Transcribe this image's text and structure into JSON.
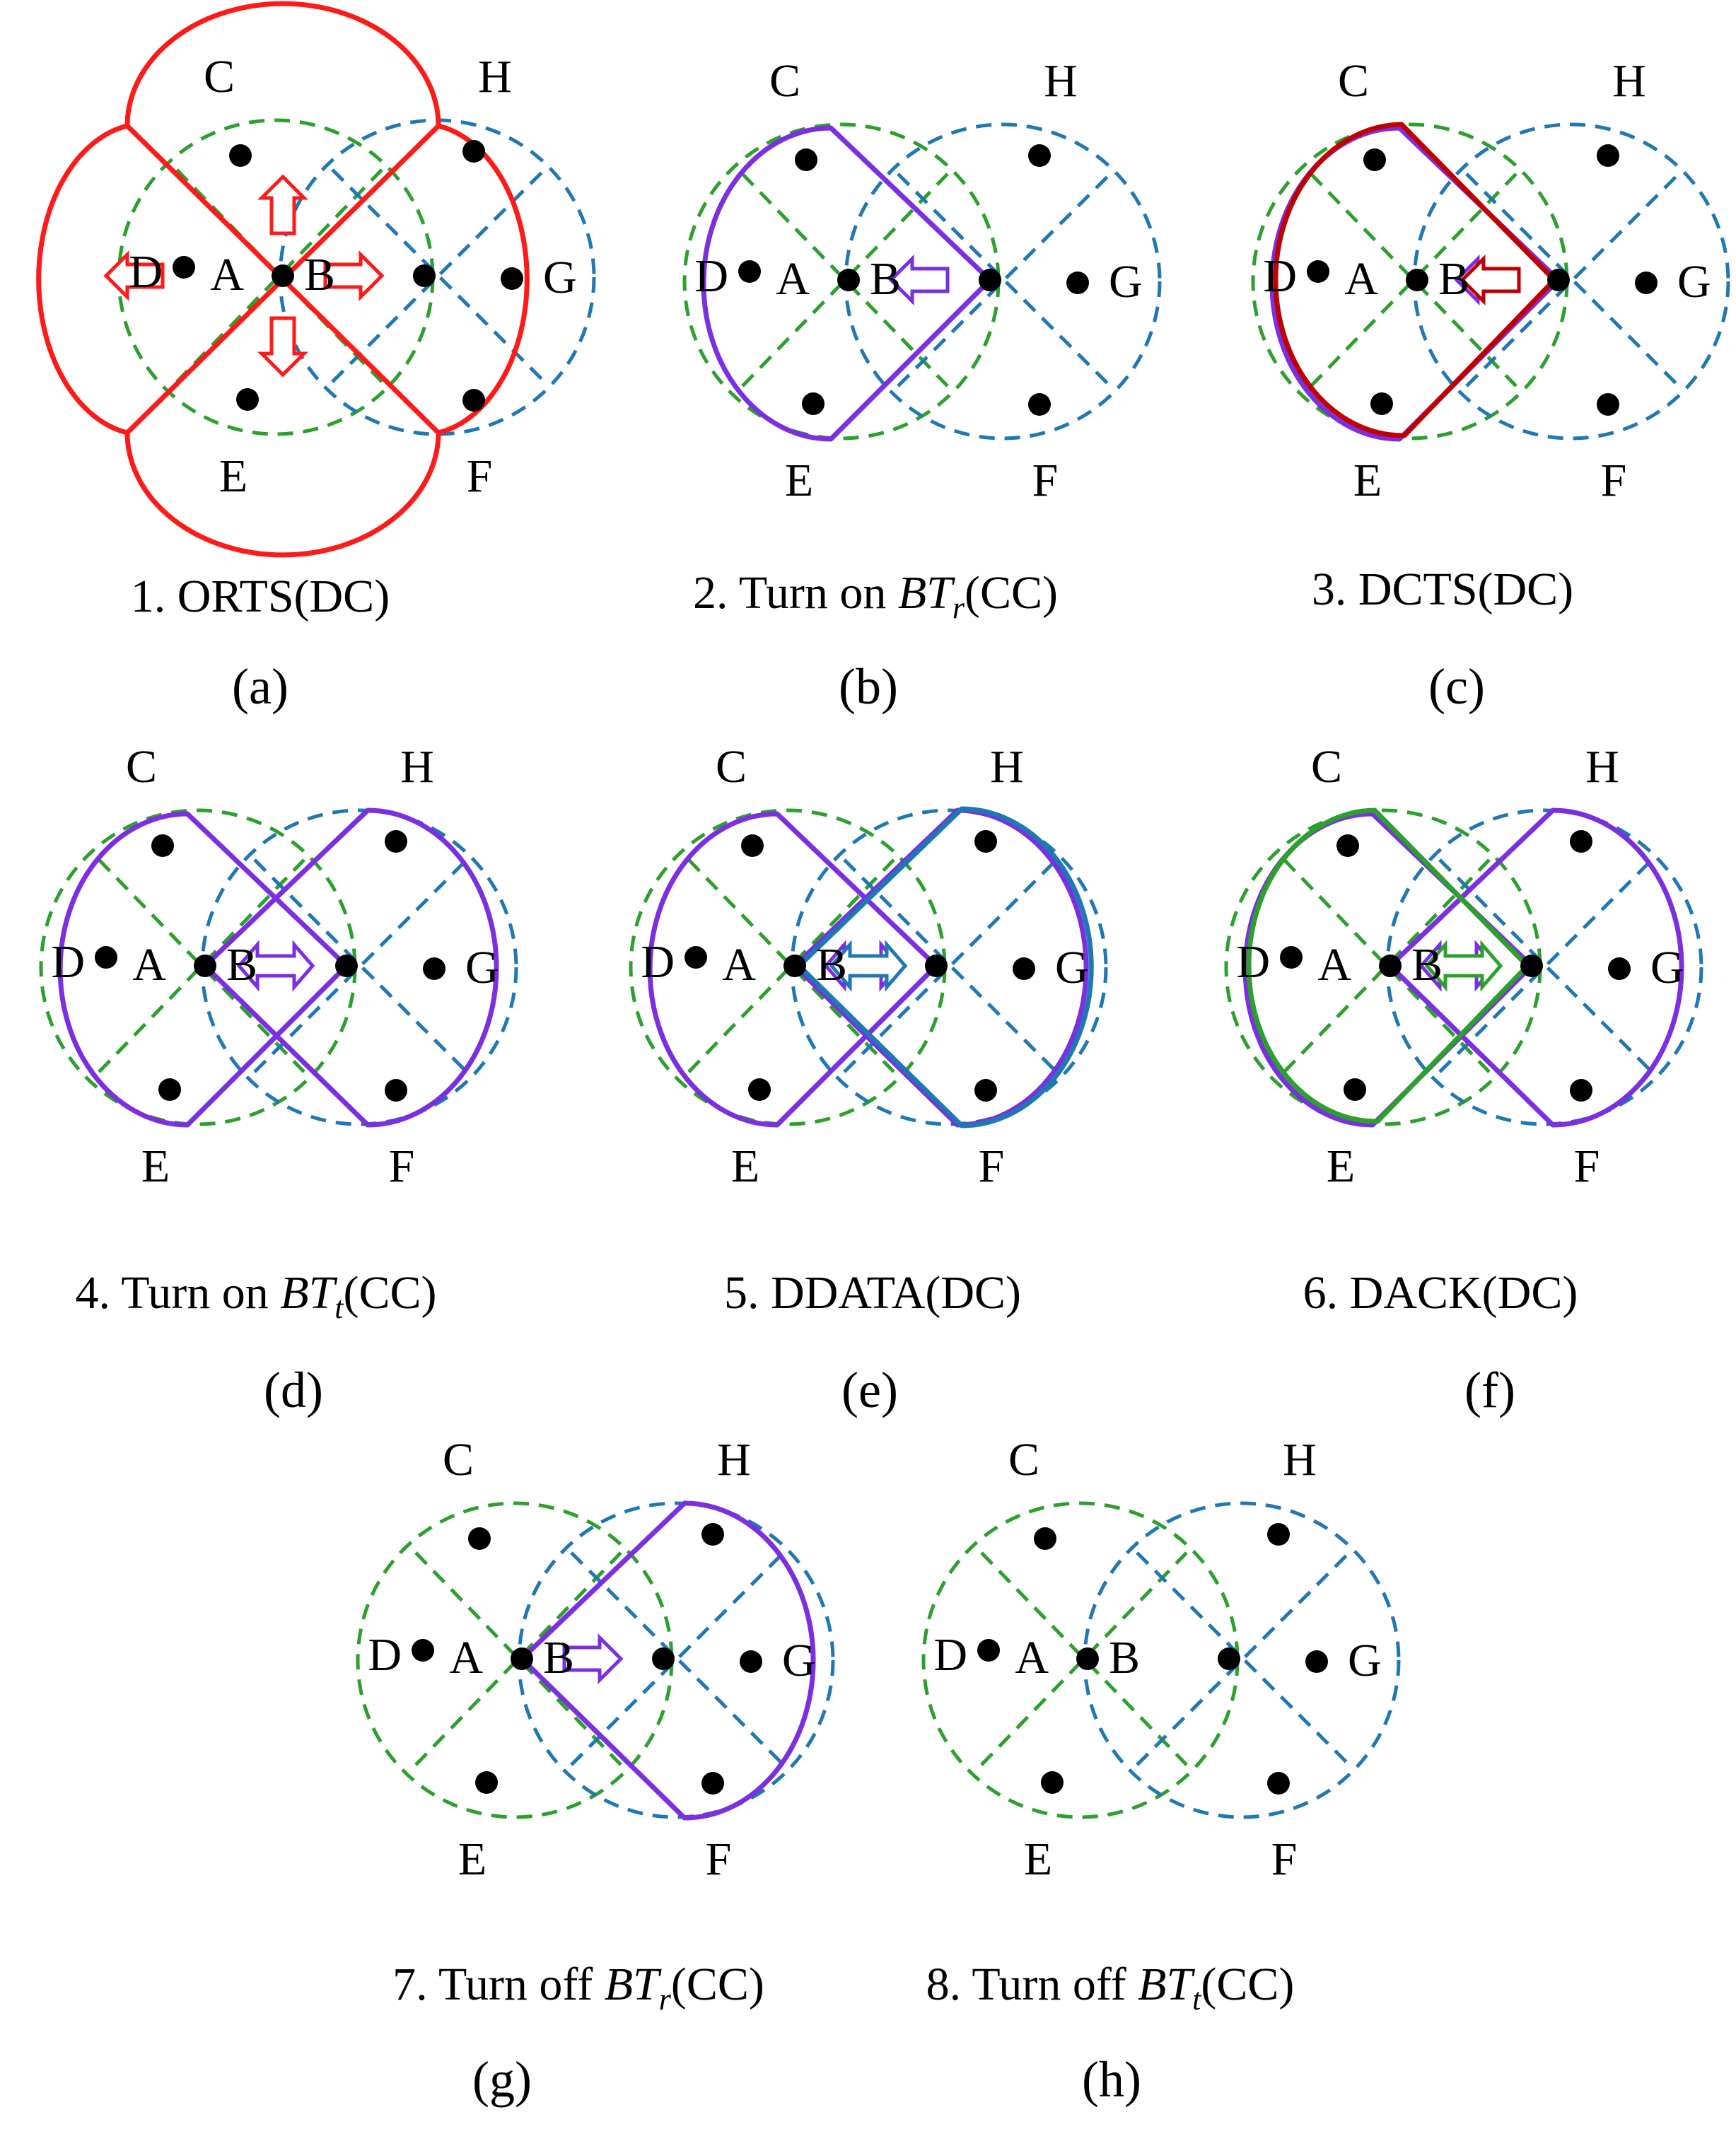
{
  "colors": {
    "range_a": "#2ca02c",
    "range_b": "#1f77b4",
    "rts": "#ff1a1a",
    "busytone": "#7b2fe0",
    "cts": "#c00000",
    "data": "#1f77b4",
    "ack": "#2ca02c",
    "node": "#000000"
  },
  "panels": [
    {
      "id": "a",
      "subfig": "(a)",
      "caption": {
        "pre": "1. ORTS(DC)",
        "it": "",
        "sub": "",
        "post": ""
      },
      "nodes": {
        "A": "A",
        "B": "B",
        "C": "C",
        "D": "D",
        "E": "E",
        "F": "F",
        "G": "G",
        "H": "H"
      },
      "beams": [
        "orts"
      ],
      "arrow": {
        "type": "four",
        "color": "rts"
      }
    },
    {
      "id": "b",
      "subfig": "(b)",
      "caption": {
        "pre": "2. Turn on ",
        "it": "BT",
        "sub": "r",
        "post": "(CC)"
      },
      "nodes": {
        "A": "A",
        "B": "B",
        "C": "C",
        "D": "D",
        "E": "E",
        "F": "F",
        "G": "G",
        "H": "H"
      },
      "beams": [
        "bt_left"
      ],
      "arrow": {
        "type": "left",
        "color": "busytone"
      }
    },
    {
      "id": "c",
      "subfig": "(c)",
      "caption": {
        "pre": "3. DCTS(DC)",
        "it": "",
        "sub": "",
        "post": ""
      },
      "nodes": {
        "A": "A",
        "B": "B",
        "C": "C",
        "D": "D",
        "E": "E",
        "F": "F",
        "G": "G",
        "H": "H"
      },
      "beams": [
        "bt_left",
        "cts_left"
      ],
      "arrow": {
        "type": "left-double",
        "color": "cts",
        "color2": "busytone"
      }
    },
    {
      "id": "d",
      "subfig": "(d)",
      "caption": {
        "pre": "4. Turn on ",
        "it": "BT",
        "sub": "t",
        "post": "(CC)"
      },
      "nodes": {
        "A": "A",
        "B": "B",
        "C": "C",
        "D": "D",
        "E": "E",
        "F": "F",
        "G": "G",
        "H": "H"
      },
      "beams": [
        "bt_left",
        "bt_right"
      ],
      "arrow": {
        "type": "both",
        "color": "busytone"
      }
    },
    {
      "id": "e",
      "subfig": "(e)",
      "caption": {
        "pre": "5. DDATA(DC)",
        "it": "",
        "sub": "",
        "post": ""
      },
      "nodes": {
        "A": "A",
        "B": "B",
        "C": "C",
        "D": "D",
        "E": "E",
        "F": "F",
        "G": "G",
        "H": "H"
      },
      "beams": [
        "bt_left",
        "bt_right",
        "data_right"
      ],
      "arrow": {
        "type": "both-double",
        "color": "data",
        "color2": "busytone"
      }
    },
    {
      "id": "f",
      "subfig": "(f)",
      "caption": {
        "pre": "6. DACK(DC)",
        "it": "",
        "sub": "",
        "post": ""
      },
      "nodes": {
        "A": "A",
        "B": "B",
        "C": "C",
        "D": "D",
        "E": "E",
        "F": "F",
        "G": "G",
        "H": "H"
      },
      "beams": [
        "bt_left",
        "bt_right",
        "ack_left"
      ],
      "arrow": {
        "type": "both-double",
        "color": "ack",
        "color2": "busytone"
      }
    },
    {
      "id": "g",
      "subfig": "(g)",
      "caption": {
        "pre": "7. Turn off ",
        "it": "BT",
        "sub": "r",
        "post": "(CC)"
      },
      "nodes": {
        "A": "A",
        "B": "B",
        "C": "C",
        "D": "D",
        "E": "E",
        "F": "F",
        "G": "G",
        "H": "H"
      },
      "beams": [
        "bt_right_only"
      ],
      "arrow": {
        "type": "right",
        "color": "busytone"
      }
    },
    {
      "id": "h",
      "subfig": "(h)",
      "caption": {
        "pre": "8. Turn off ",
        "it": "BT",
        "sub": "t",
        "post": "(CC)"
      },
      "nodes": {
        "A": "A",
        "B": "B",
        "C": "C",
        "D": "D",
        "E": "E",
        "F": "F",
        "G": "G",
        "H": "H"
      },
      "beams": [],
      "arrow": {
        "type": "none",
        "color": "busytone"
      }
    }
  ]
}
